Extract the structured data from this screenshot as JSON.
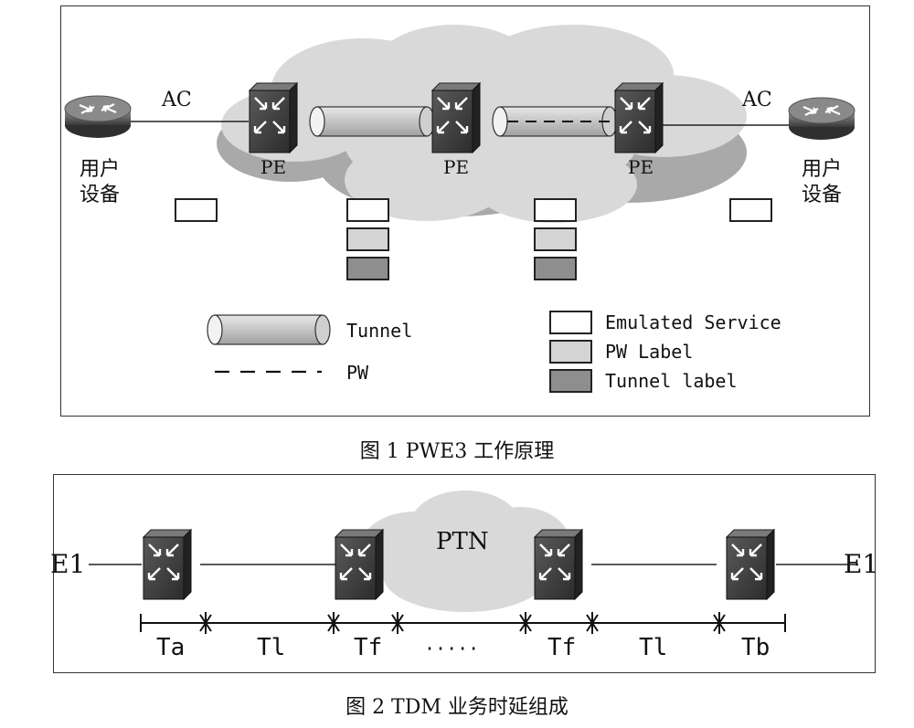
{
  "figure1": {
    "caption": "图 1   PWE3 工作原理",
    "ac_left": "AC",
    "ac_right": "AC",
    "user_left": [
      "用户",
      "设备"
    ],
    "user_right": [
      "用户",
      "设备"
    ],
    "pe_labels": [
      "PE",
      "PE",
      "PE"
    ],
    "legend": {
      "tunnel": "Tunnel",
      "pw": "PW",
      "emulated_service": "Emulated Service",
      "pw_label": "PW Label",
      "tunnel_label": "Tunnel label"
    },
    "colors": {
      "cloud": "#d8d8d8",
      "cloud_shadow": "#a8a8a8",
      "pw_label": "#d4d4d4",
      "tunnel_label": "#8e8e8e",
      "tunnel": "#c9c9c9",
      "switch": "#3d3d3d"
    }
  },
  "figure2": {
    "caption": "图 2   TDM 业务时延组成",
    "e1_left": "E1",
    "e1_right": "E1",
    "cloud_label": "PTN",
    "timeline": [
      "Ta",
      "Tl",
      "Tf",
      "·····",
      "Tf",
      "Tl",
      "Tb"
    ]
  },
  "icons": [
    "router-icon",
    "pe-switch-icon",
    "tunnel-icon"
  ]
}
